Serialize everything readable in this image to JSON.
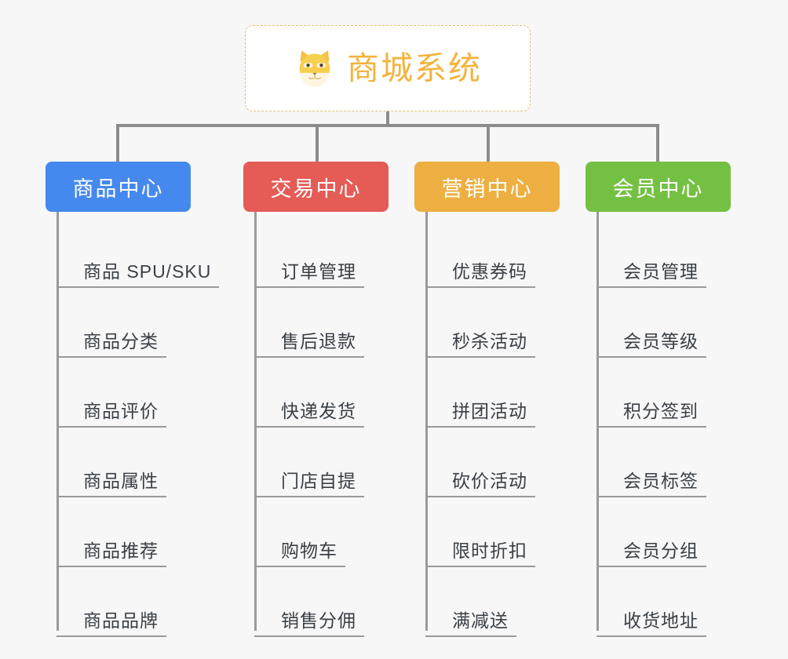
{
  "background_color": "#f7f7f7",
  "root": {
    "title": "商城系统",
    "icon": "shiba-inu-icon",
    "text_color": "#f3b33f",
    "border_color": "#e8bf72",
    "background_color": "#ffffff"
  },
  "connector_color": "#8c8c8c",
  "leaf_text_color": "#3a3f45",
  "leaf_rule_color": "#9a9a9a",
  "columns": [
    {
      "title": "商品中心",
      "color": "#4589ee",
      "items": [
        {
          "label": "商品 SPU/SKU"
        },
        {
          "label": "商品分类"
        },
        {
          "label": "商品评价"
        },
        {
          "label": "商品属性"
        },
        {
          "label": "商品推荐"
        },
        {
          "label": "商品品牌"
        }
      ]
    },
    {
      "title": "交易中心",
      "color": "#e55b56",
      "items": [
        {
          "label": "订单管理"
        },
        {
          "label": "售后退款"
        },
        {
          "label": "快递发货"
        },
        {
          "label": "门店自提"
        },
        {
          "label": "购物车"
        },
        {
          "label": "销售分佣"
        }
      ]
    },
    {
      "title": "营销中心",
      "color": "#edaf41",
      "items": [
        {
          "label": "优惠券码"
        },
        {
          "label": "秒杀活动"
        },
        {
          "label": "拼团活动"
        },
        {
          "label": "砍价活动"
        },
        {
          "label": "限时折扣"
        },
        {
          "label": "满减送"
        }
      ]
    },
    {
      "title": "会员中心",
      "color": "#74c043",
      "items": [
        {
          "label": "会员管理"
        },
        {
          "label": "会员等级"
        },
        {
          "label": "积分签到"
        },
        {
          "label": "会员标签"
        },
        {
          "label": "会员分组"
        },
        {
          "label": "收货地址"
        }
      ]
    }
  ]
}
